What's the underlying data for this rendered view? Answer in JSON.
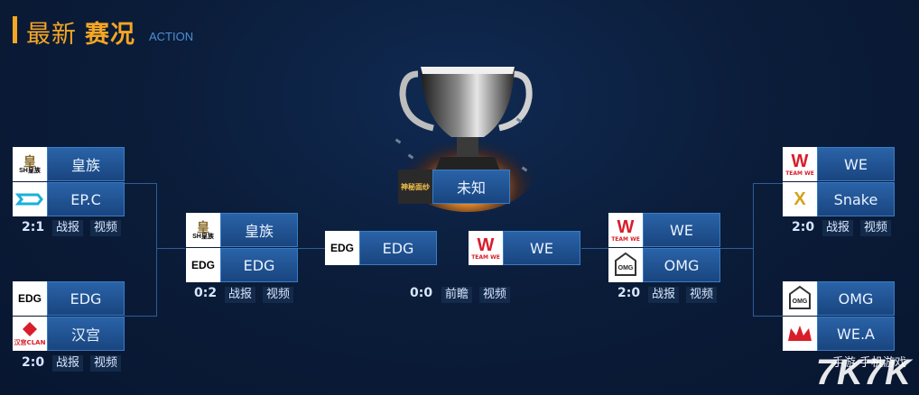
{
  "header": {
    "title_part1": "最新",
    "title_part2": "赛况",
    "title_en": "ACTION"
  },
  "final": {
    "team": "未知",
    "score": "0:0",
    "buttons": [
      "前瞻",
      "视频"
    ],
    "left_team": "EDG",
    "right_team": "WE"
  },
  "left": {
    "r1": [
      {
        "teams": [
          "皇族",
          "EP.C"
        ],
        "score": "2:1",
        "buttons": [
          "战报",
          "视频"
        ]
      },
      {
        "teams": [
          "EDG",
          "汉宫"
        ],
        "score": "2:0",
        "buttons": [
          "战报",
          "视频"
        ]
      }
    ],
    "r2": {
      "teams": [
        "皇族",
        "EDG"
      ],
      "score": "0:2",
      "buttons": [
        "战报",
        "视频"
      ]
    }
  },
  "right": {
    "r1": [
      {
        "teams": [
          "WE",
          "Snake"
        ],
        "score": "2:0",
        "buttons": [
          "战报",
          "视频"
        ]
      },
      {
        "teams": [
          "OMG",
          "WE.A"
        ]
      }
    ],
    "r2": {
      "teams": [
        "WE",
        "OMG"
      ],
      "score": "2:0",
      "buttons": [
        "战报",
        "视频"
      ]
    }
  },
  "logos": {
    "sh_top": "皇",
    "sh_bottom": "SH皇族",
    "edg": "EDG",
    "hangong": "汉宫CLAN",
    "we": "W",
    "we_text": "TEAM WE",
    "omg": "OMG",
    "snake": "X",
    "trophy_label": "神秘面纱"
  },
  "watermark": {
    "text": "7K7K",
    "sub": "手游 手机游戏"
  },
  "colors": {
    "accent": "#f5a623",
    "team_bg": "#1f4f8e",
    "background": "#0b1d3a",
    "we_red": "#d91d2a"
  }
}
